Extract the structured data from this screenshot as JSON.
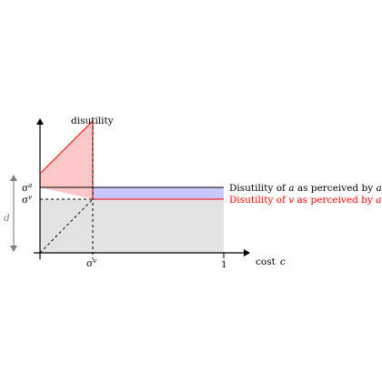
{
  "labels": {
    "y_axis": "disutility",
    "x_axis": "cost",
    "x_axis_var": "c",
    "sigma": "σ",
    "sup_a": "a",
    "sup_v": "v",
    "x_one": "1",
    "d": "d",
    "legend_a_prefix": "Disutility of ",
    "legend_a_var": "a",
    "legend_a_mid": " as perceived by ",
    "legend_a_var2": "a",
    "legend_v_prefix": "Disutility of ",
    "legend_v_var": "v",
    "legend_v_mid": " as perceived by ",
    "legend_v_var2": "a"
  },
  "colors": {
    "red": "#ff0000",
    "pink_fill": "#ffc8c8",
    "blue_fill": "#c8c8ff",
    "gray_fill": "#e3e3e3",
    "gray_arrow": "#808080",
    "black": "#000000"
  }
}
